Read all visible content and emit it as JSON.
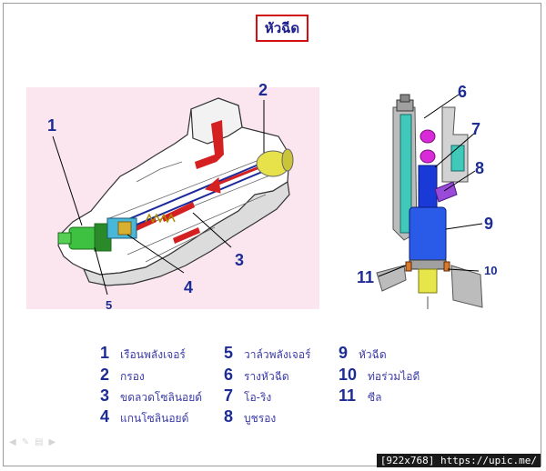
{
  "title": "หัวฉีด",
  "labels_left": {
    "n1": "1",
    "n2": "2",
    "n3": "3",
    "n4": "4",
    "n5": "5"
  },
  "labels_right": {
    "n6": "6",
    "n7": "7",
    "n8": "8",
    "n9": "9",
    "n10": "10",
    "n11": "11"
  },
  "legend": [
    {
      "num": "1",
      "text": "เรือนพลังเจอร์"
    },
    {
      "num": "2",
      "text": "กรอง"
    },
    {
      "num": "3",
      "text": "ขดลวดโซลินอยด์"
    },
    {
      "num": "4",
      "text": "แกนโซลินอยด์"
    },
    {
      "num": "5",
      "text": "วาล์วพลังเจอร์"
    },
    {
      "num": "6",
      "text": "รางหัวฉีด"
    },
    {
      "num": "7",
      "text": "โอ-ริง"
    },
    {
      "num": "8",
      "text": "บูชรอง"
    },
    {
      "num": "9",
      "text": "หัวฉีด"
    },
    {
      "num": "10",
      "text": "ท่อร่วมไอดี"
    },
    {
      "num": "11",
      "text": "ซีล"
    }
  ],
  "watermark": "[922x768] https://upic.me/",
  "colors": {
    "title_border": "#d01010",
    "label_blue": "#1c2c94",
    "panel_bg": "#fbe6ef"
  },
  "icons": [
    "pen-icon",
    "pointer-icon",
    "menu-icon",
    "forward-icon"
  ]
}
